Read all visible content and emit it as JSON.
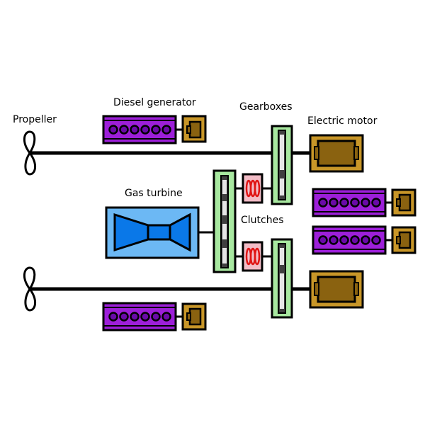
{
  "labels": {
    "propeller": "Propeller",
    "diesel_generator": "Diesel generator",
    "gearboxes": "Gearboxes",
    "electric_motor": "Electric motor",
    "gas_turbine": "Gas turbine",
    "clutches": "Clutches"
  },
  "colors": {
    "diesel_body": "#9d1fd9",
    "diesel_cylinder": "#6a0aa8",
    "generator": "#c89628",
    "generator_dark": "#8a6210",
    "motor": "#c89628",
    "motor_core": "#8a6210",
    "gearbox": "#a8e8a0",
    "gear_dark": "#404040",
    "gear_light": "#e6e6e6",
    "clutch_box": "#f2bcc6",
    "clutch_coil": "#e01414",
    "turbine_box": "#6cb8f4",
    "turbine_core": "#0a78e8",
    "shaft": "#000000"
  }
}
